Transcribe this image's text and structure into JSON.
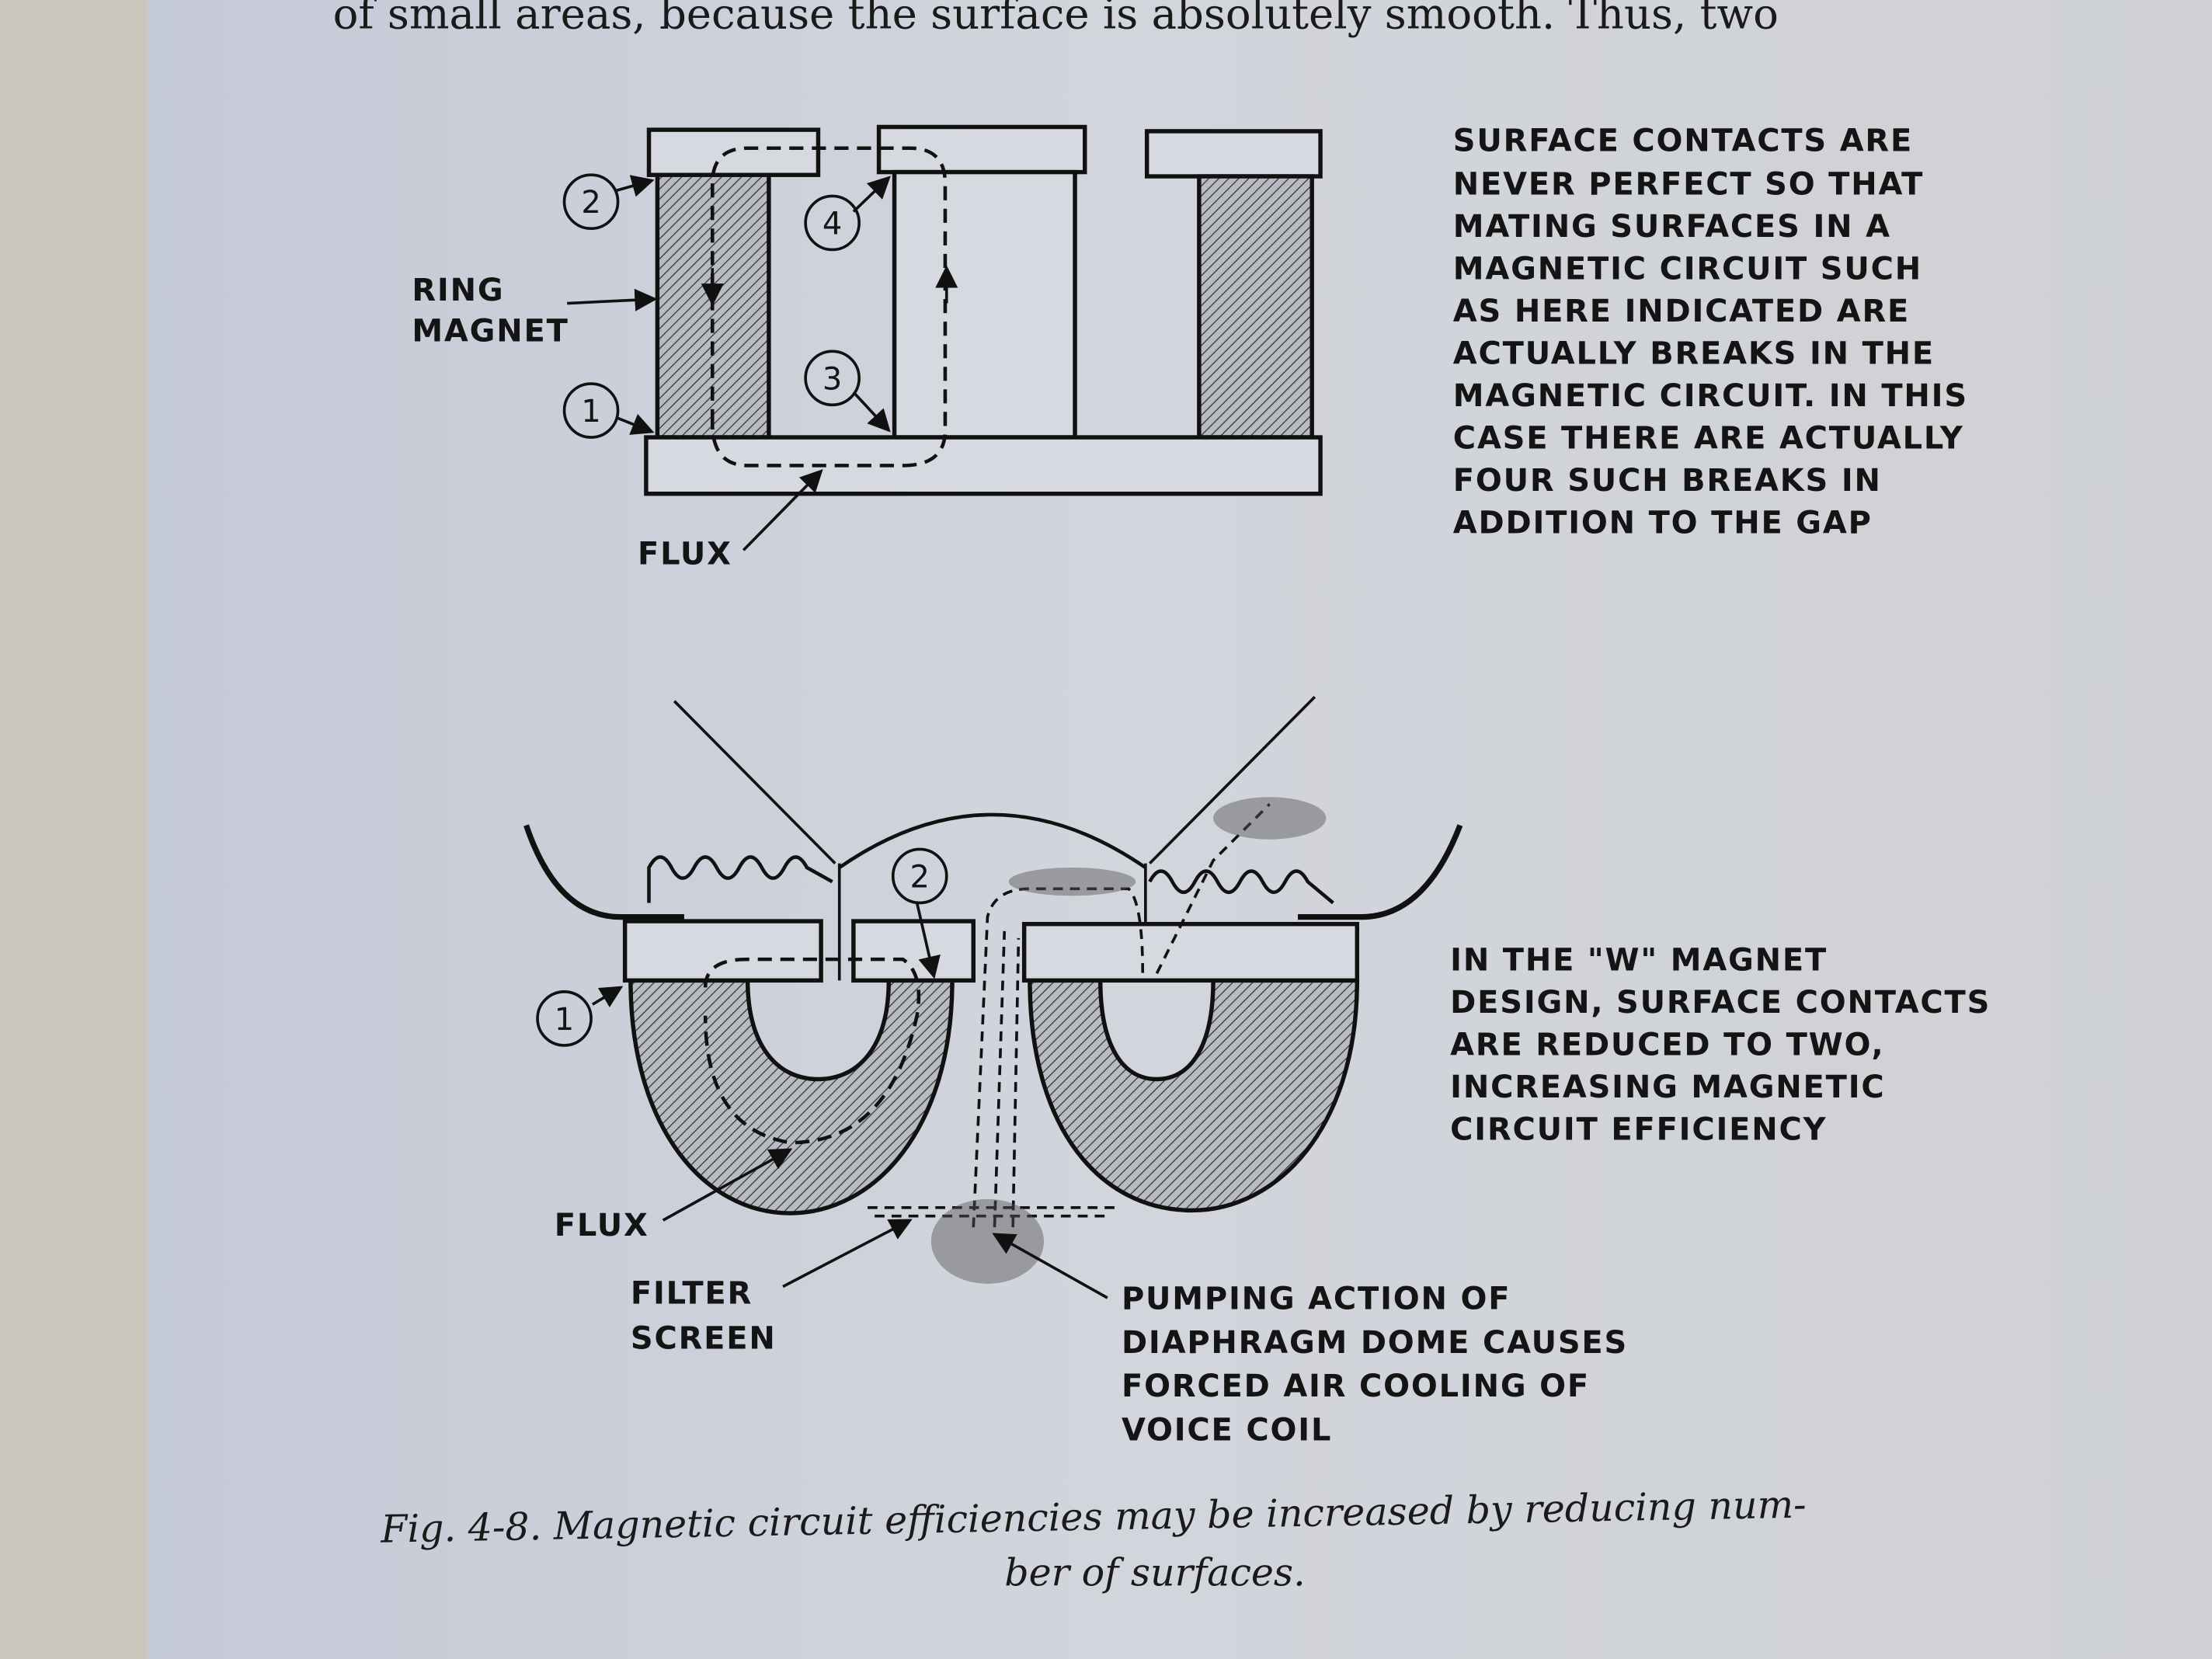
{
  "body_text": {
    "top_line": "of small areas, because the surface is absolutely smooth.  Thus, two"
  },
  "figure_top": {
    "labels": {
      "ring": "RING",
      "magnet": "MAGNET",
      "flux": "FLUX"
    },
    "markers": [
      "1",
      "2",
      "3",
      "4"
    ],
    "note_lines": [
      "SURFACE CONTACTS ARE",
      "NEVER PERFECT SO THAT",
      "MATING SURFACES IN A",
      "MAGNETIC CIRCUIT SUCH",
      "AS HERE INDICATED ARE",
      "ACTUALLY BREAKS IN THE",
      "MAGNETIC CIRCUIT. IN THIS",
      "CASE THERE ARE ACTUALLY",
      "FOUR SUCH BREAKS IN",
      "ADDITION TO THE GAP"
    ]
  },
  "figure_bottom": {
    "labels": {
      "flux": "FLUX",
      "filter": "FILTER",
      "screen": "SCREEN"
    },
    "markers": [
      "1",
      "2"
    ],
    "note_lines": [
      "IN THE \"W\" MAGNET",
      "DESIGN, SURFACE CONTACTS",
      "ARE REDUCED TO TWO,",
      "INCREASING MAGNETIC",
      "CIRCUIT EFFICIENCY"
    ],
    "pumping_lines": [
      "PUMPING ACTION OF",
      "DIAPHRAGM DOME CAUSES",
      "FORCED AIR COOLING OF",
      "VOICE COIL"
    ]
  },
  "caption": {
    "line1": "Fig. 4-8.   Magnetic circuit efficiencies may be increased by reducing num-",
    "line2": "ber of surfaces."
  }
}
